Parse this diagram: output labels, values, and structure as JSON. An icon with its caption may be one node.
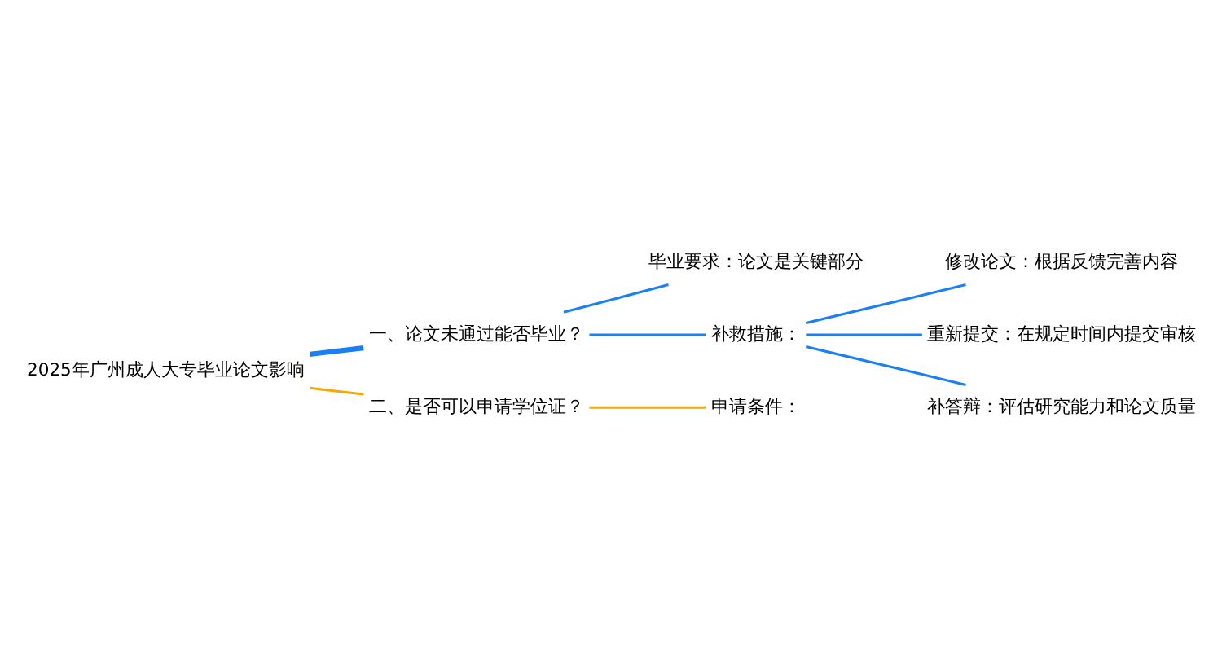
{
  "diagram": {
    "nodes": [
      {
        "text": [
          "2025年广州成人大专毕业论文影响"
        ]
      },
      {
        "text": [
          "一、论文未通过能否毕业？"
        ]
      },
      {
        "text": [
          "毕业要求：论文是关键部分"
        ]
      },
      {
        "text": [
          "补救措施："
        ]
      },
      {
        "text": [
          "修改论文：根据反馈完善内容"
        ]
      },
      {
        "text": [
          "重新提交：在规定时间内提交审核"
        ]
      },
      {
        "text": [
          "补答辩：评估研究能力和论文质量"
        ]
      },
      {
        "text": [
          "二、是否可以申请学位证？"
        ]
      },
      {
        "text": [
          "申请条件："
        ]
      }
    ],
    "edges": [
      {
        "from": 0,
        "to": 1,
        "arrow": "none",
        "style": "thick",
        "color": "#1a7ef5"
      },
      {
        "from": 1,
        "to": 2,
        "arrow": "none",
        "color": "#1a7ef5"
      },
      {
        "from": 1,
        "to": 3,
        "arrow": "none",
        "color": "#1a7ef5"
      },
      {
        "from": 3,
        "to": 4,
        "arrow": "none",
        "color": "#1a7ef5"
      },
      {
        "from": 3,
        "to": 5,
        "arrow": "none",
        "color": "#1a7ef5"
      },
      {
        "from": 3,
        "to": 6,
        "arrow": "none",
        "color": "#1a7ef5"
      },
      {
        "from": 0,
        "to": 7,
        "arrow": "none",
        "color": "#f5a800"
      },
      {
        "from": 7,
        "to": 8,
        "arrow": "none",
        "color": "#f5a800"
      }
    ]
  }
}
